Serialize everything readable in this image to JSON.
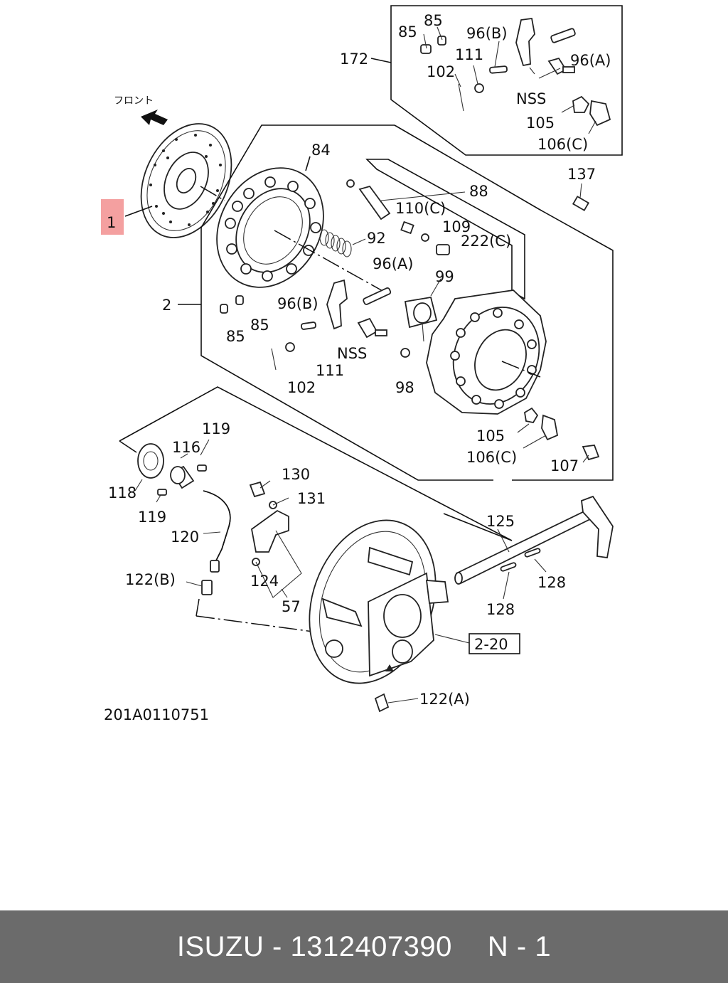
{
  "diagram": {
    "front_label": "フロント",
    "drawing_number": "201A0110751",
    "labels": {
      "l1": "1",
      "l2": "2",
      "l84": "84",
      "l88": "88",
      "l92": "92",
      "l85a": "85",
      "l85b": "85",
      "l85c": "85",
      "l85d": "85",
      "l96a": "96(A)",
      "l96b": "96(B)",
      "l96a_top": "96(A)",
      "l96b_top": "96(B)",
      "l98": "98",
      "l99": "99",
      "l102": "102",
      "l102_top": "102",
      "l105": "105",
      "l105_top": "105",
      "l106": "106(C)",
      "l106_top": "106(C)",
      "l107": "107",
      "l109": "109",
      "l110": "110(C)",
      "l111": "111",
      "l111_top": "111",
      "l116": "116",
      "l118": "118",
      "l119a": "119",
      "l119b": "119",
      "l120": "120",
      "l122a": "122(A)",
      "l122b": "122(B)",
      "l124": "124",
      "l125": "125",
      "l128a": "128",
      "l128b": "128",
      "l130": "130",
      "l131": "131",
      "l137": "137",
      "l172": "172",
      "l222": "222(C)",
      "l57": "57",
      "l2_20": "2-20",
      "nss": "NSS",
      "nss_top": "NSS"
    },
    "highlight_color": "#f4a0a0"
  },
  "footer": {
    "brand": "ISUZU",
    "separator": "-",
    "part_number": "1312407390",
    "position": "N - 1"
  }
}
